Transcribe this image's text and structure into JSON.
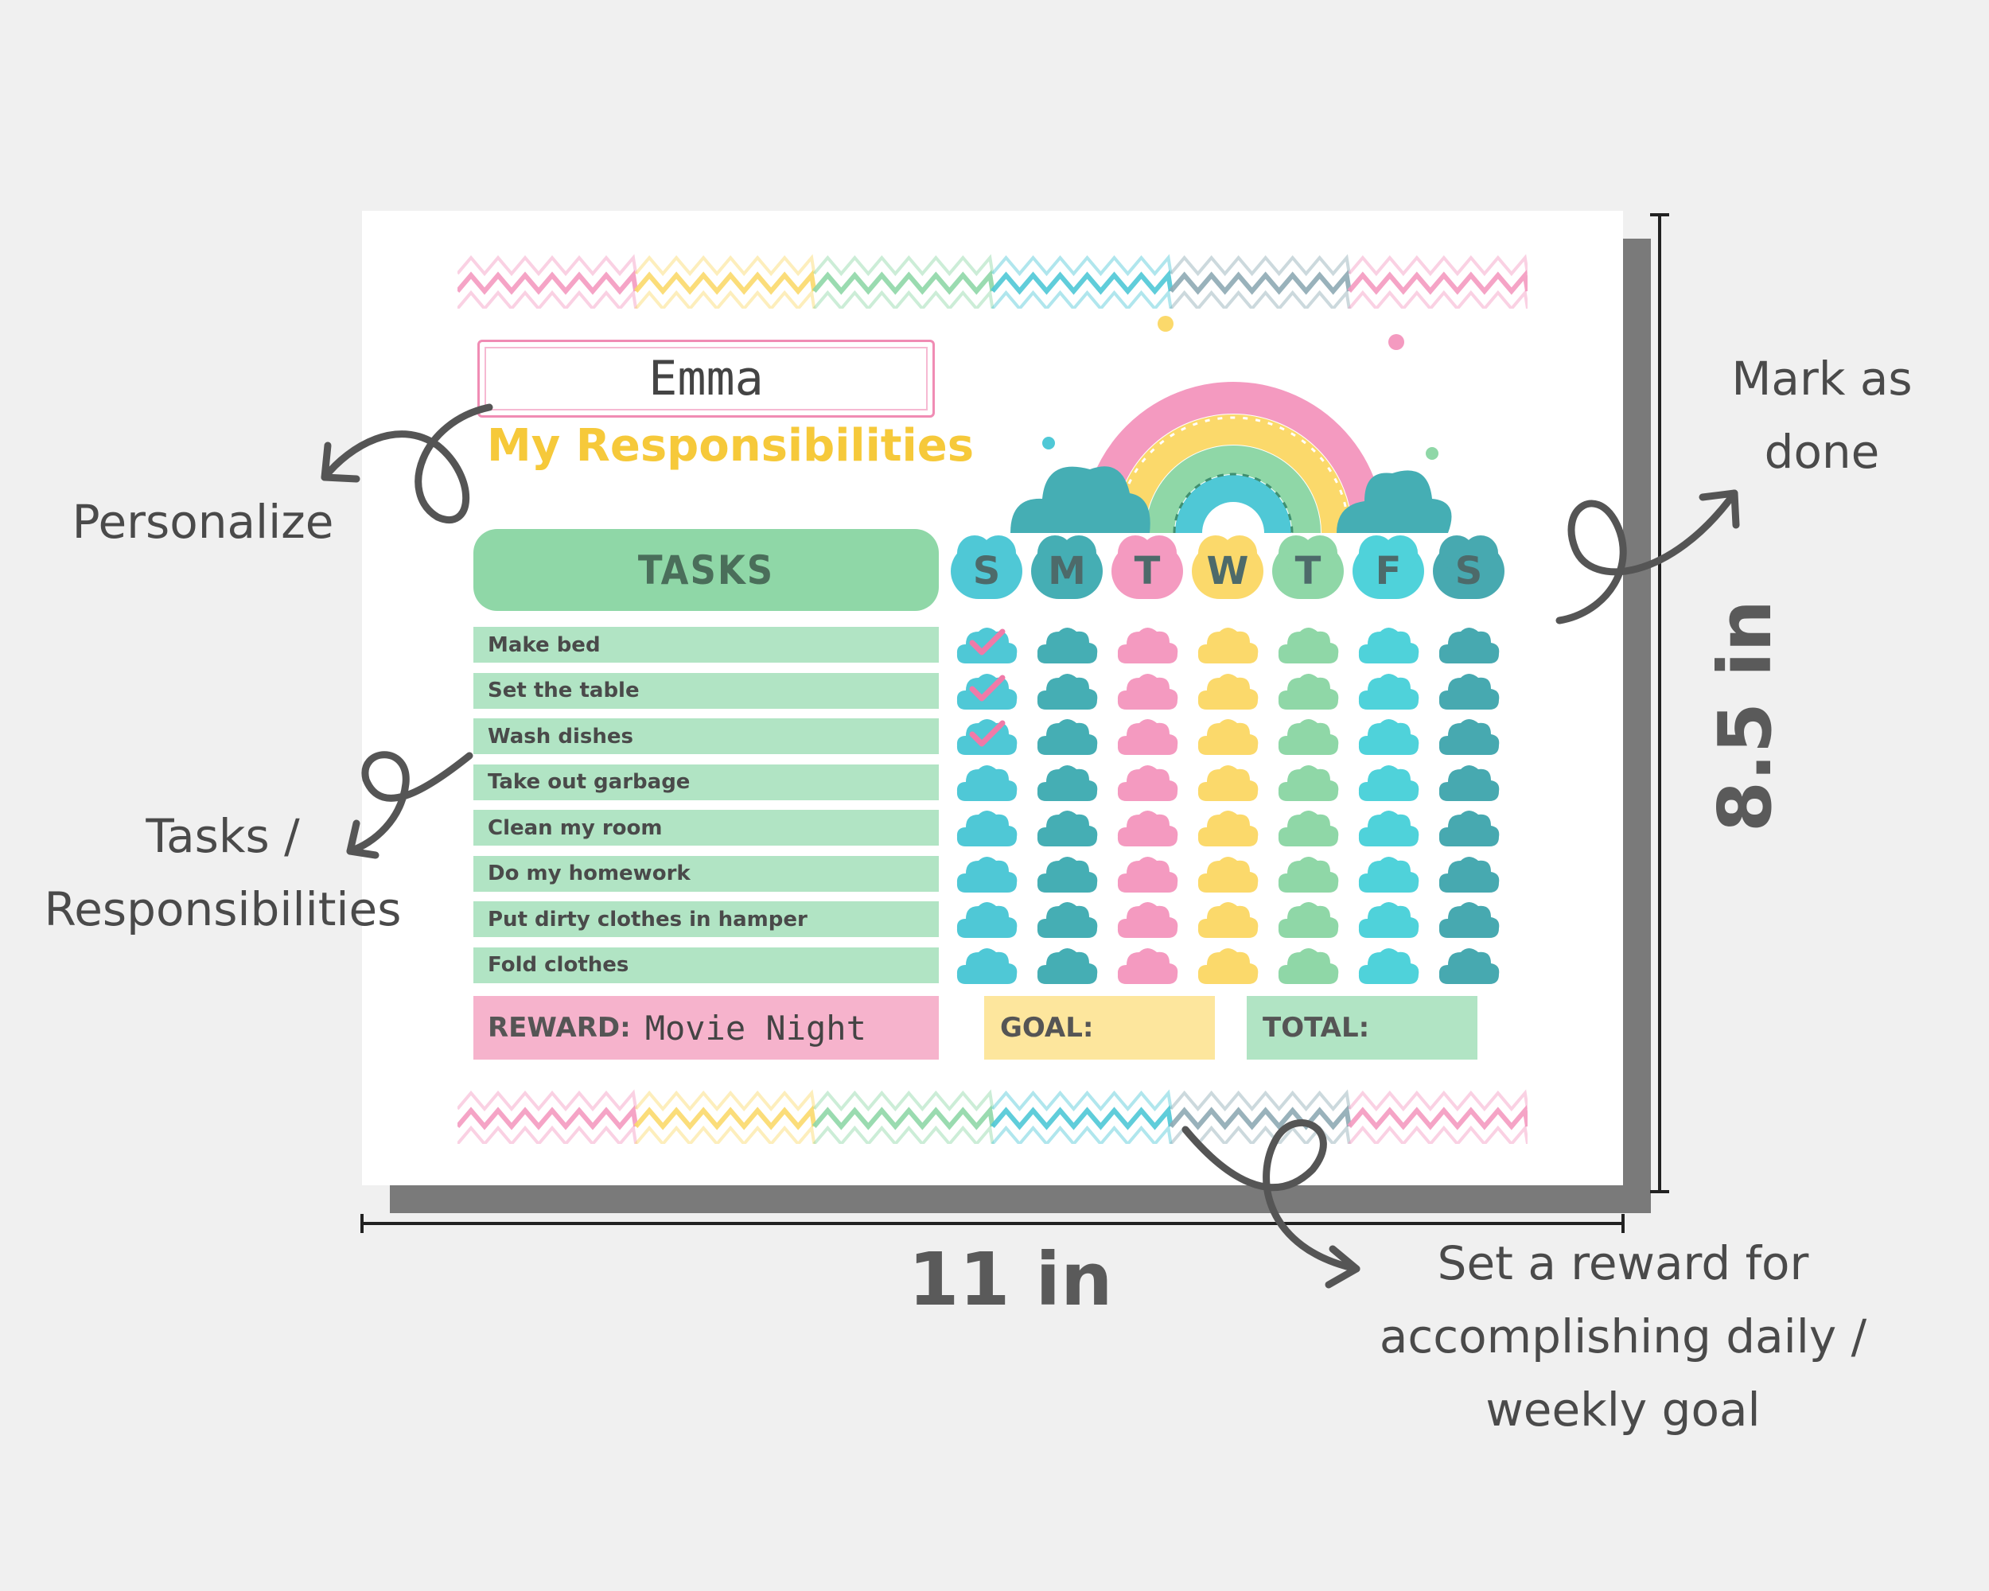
{
  "poster": {
    "name": "Emma",
    "title": "My Responsibilities",
    "tasks_header": "TASKS",
    "days": [
      {
        "label": "S",
        "color": "#4fc8d6"
      },
      {
        "label": "M",
        "color": "#45aeb4"
      },
      {
        "label": "T",
        "color": "#f49ac0"
      },
      {
        "label": "W",
        "color": "#fbd96b"
      },
      {
        "label": "T",
        "color": "#8fd7a7"
      },
      {
        "label": "F",
        "color": "#4fd2da"
      },
      {
        "label": "S",
        "color": "#47a9b0"
      }
    ],
    "tasks": [
      {
        "label": "Make bed",
        "done": [
          true,
          false,
          false,
          false,
          false,
          false,
          false
        ]
      },
      {
        "label": "Set the table",
        "done": [
          true,
          false,
          false,
          false,
          false,
          false,
          false
        ]
      },
      {
        "label": "Wash dishes",
        "done": [
          true,
          false,
          false,
          false,
          false,
          false,
          false
        ]
      },
      {
        "label": "Take out garbage",
        "done": [
          false,
          false,
          false,
          false,
          false,
          false,
          false
        ]
      },
      {
        "label": "Clean my room",
        "done": [
          false,
          false,
          false,
          false,
          false,
          false,
          false
        ]
      },
      {
        "label": "Do my homework",
        "done": [
          false,
          false,
          false,
          false,
          false,
          false,
          false
        ]
      },
      {
        "label": "Put dirty clothes in hamper",
        "done": [
          false,
          false,
          false,
          false,
          false,
          false,
          false
        ]
      },
      {
        "label": "Fold clothes",
        "done": [
          false,
          false,
          false,
          false,
          false,
          false,
          false
        ]
      }
    ],
    "reward_label": "REWARD:",
    "reward_value": "Movie Night",
    "goal_label": "GOAL:",
    "total_label": "TOTAL:",
    "check_color": "#f07aa8"
  },
  "annotations": {
    "personalize": "Personalize",
    "tasks_line1": "Tasks /",
    "tasks_line2": "Responsibilities",
    "mark_line1": "Mark as",
    "mark_line2": "done",
    "reward_line1": "Set a reward for",
    "reward_line2": "accomplishing daily /",
    "reward_line3": "weekly goal"
  },
  "dimensions": {
    "width": "11 in",
    "height": "8.5 in"
  },
  "colors": {
    "pink": "#f49ac0",
    "yellow": "#fbd96b",
    "green": "#8fd7a7",
    "teal": "#4fc8d6",
    "slate": "#8eaab4"
  }
}
